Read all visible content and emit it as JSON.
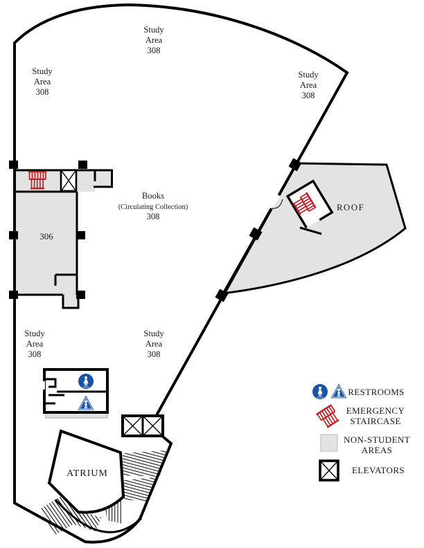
{
  "plan": {
    "study_area": {
      "l1": "Study",
      "l2": "Area",
      "l3": "308"
    },
    "books": {
      "l1": "Books",
      "l2": "(Circulating Collection)",
      "l3": "308"
    },
    "room306": "306",
    "roof": "ROOF",
    "atrium": "ATRIUM"
  },
  "legend": {
    "restrooms_label": "RESTROOMS",
    "emergency_l1": "EMERGENCY",
    "emergency_l2": "STAIRCASE",
    "nonstudent_l1": "NON-STUDENT",
    "nonstudent_l2": "AREAS",
    "elevators_label": "ELEVATORS"
  },
  "icons": {
    "women_restroom": "blue circle with white figure",
    "men_restroom": "blue triangle with white figure",
    "women_text": "WOMEN",
    "men_text": "MEN",
    "emergency_staircase": "red stair treads",
    "elevator": "square with X",
    "non_student_swatch": "gray square"
  },
  "colors": {
    "wall": "#000000",
    "gray-fill": "#e3e3e3",
    "stair-red": "#c41e25",
    "restroom-blue": "#1a53a5",
    "text": "#1a1a1a"
  }
}
